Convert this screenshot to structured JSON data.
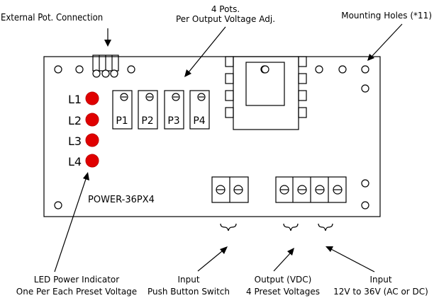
{
  "labels": {
    "external_pot": "External Pot. Connection",
    "pots_line1": "4 Pots.",
    "pots_line2": "Per Output Voltage Adj.",
    "mounting_holes": "Mounting Holes (*11)",
    "board_name": "POWER-36PX4",
    "led_line1": "LED Power Indicator",
    "led_line2": "One Per Each Preset Voltage",
    "push_line1": "Input",
    "push_line2": "Push Button Switch",
    "output_line1": "Output (VDC)",
    "output_line2": "4 Preset Voltages",
    "input_line1": "Input",
    "input_line2": "12V to 36V (AC or DC)"
  },
  "leds": [
    "L1",
    "L2",
    "L3",
    "L4"
  ],
  "pots": [
    "P1",
    "P2",
    "P3",
    "P4"
  ],
  "colors": {
    "led": "#e00000",
    "line": "#000000",
    "background": "#ffffff"
  }
}
